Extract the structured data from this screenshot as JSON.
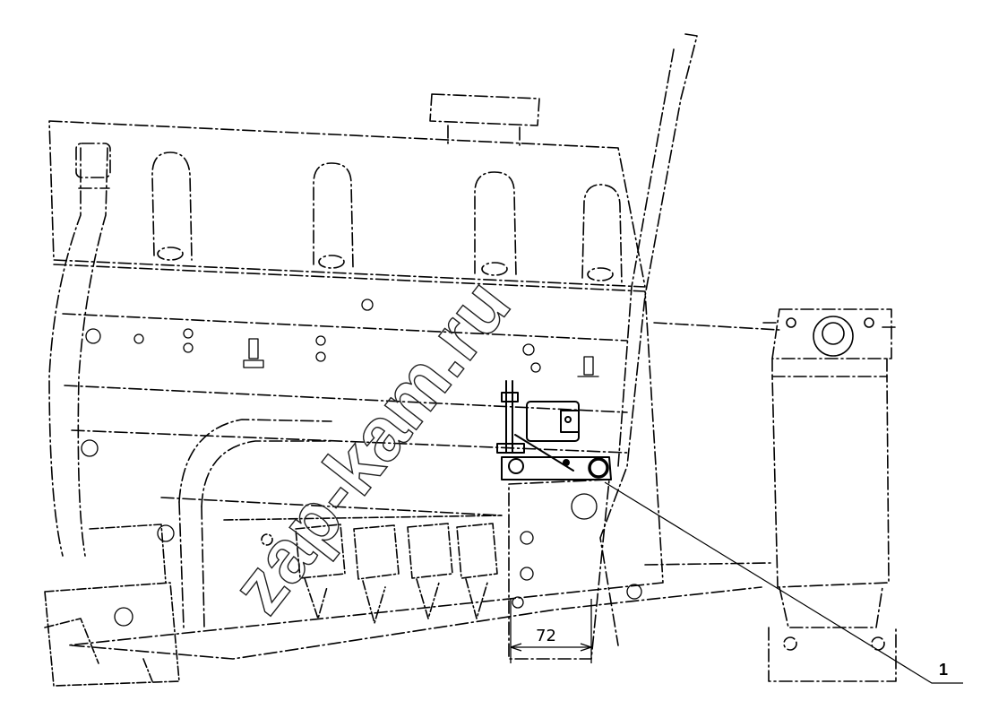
{
  "callout": {
    "number": "1"
  },
  "dimension": {
    "value": "72"
  },
  "watermark": {
    "text": "zap-kam.ru"
  },
  "colors": {
    "line": "#000000",
    "background": "#ffffff"
  }
}
